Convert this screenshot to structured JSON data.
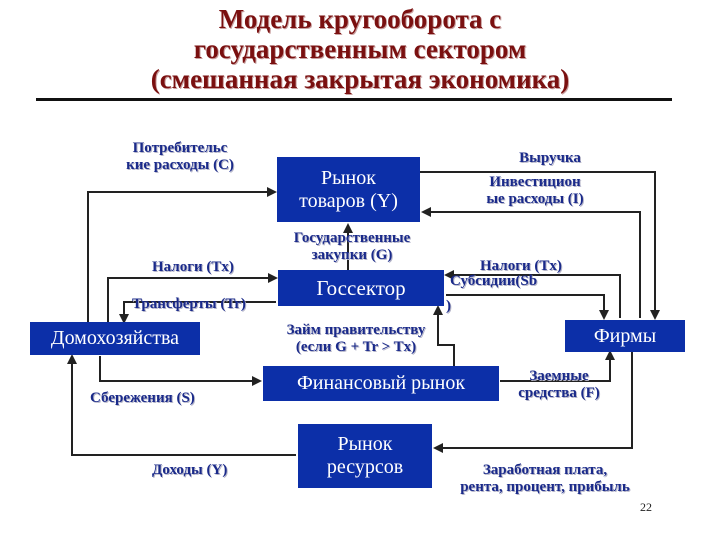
{
  "title": {
    "line1": "Модель кругооборота с",
    "line2": "государственным сектором",
    "line3": "(смешанная закрытая экономика)"
  },
  "boxes": {
    "goods_market_line1": "Рынок",
    "goods_market_line2": "товаров (Y)",
    "government": "Госсектор",
    "households": "Домохозяйства",
    "firms": "Фирмы",
    "financial_market": "Финансовый рынок",
    "resource_market_line1": "Рынок",
    "resource_market_line2": "ресурсов"
  },
  "labels": {
    "consumer_spending_1": "Потребительс",
    "consumer_spending_2": "кие расходы (C)",
    "revenue": "Выручка",
    "investment_1": "Инвестицион",
    "investment_2": "ые расходы (I)",
    "gov_purchases_1": "Государственные",
    "gov_purchases_2": "закупки (G)",
    "taxes_households": "Налоги (Tx)",
    "taxes_firms": "Налоги (Tx)",
    "subsidies": "Субсидии(Sb",
    "subsidies_close": ")",
    "transfers": "Трансферты (Tr)",
    "gov_loan_1": "Займ правительству",
    "gov_loan_2": "(если G + Tr > Tx)",
    "savings": "Сбережения (S)",
    "borrowed_funds_1": "Заемные",
    "borrowed_funds_2": "средства (F)",
    "incomes": "Доходы (Y)",
    "wages_1": "Заработная плата,",
    "wages_2": "рента, процент, прибыль"
  },
  "page_number": "22"
}
